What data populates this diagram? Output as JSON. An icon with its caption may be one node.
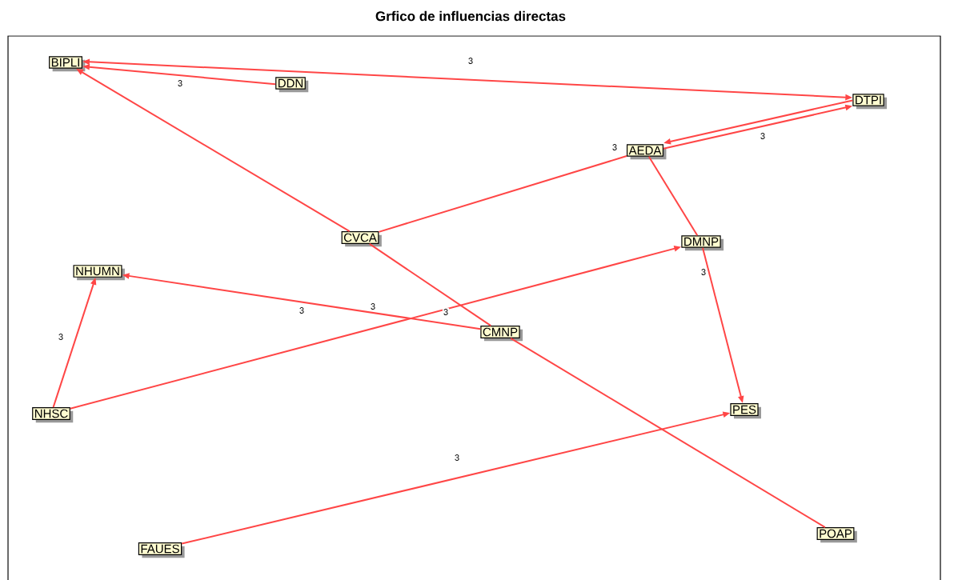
{
  "diagram": {
    "title": "Grfico de influencias directas",
    "nodes": [
      {
        "text": [
          "BIPLI"
        ]
      },
      {
        "text": [
          "DDN"
        ]
      },
      {
        "text": [
          "DTPI"
        ]
      },
      {
        "text": [
          "AEDA"
        ]
      },
      {
        "text": [
          "CVCA"
        ]
      },
      {
        "text": [
          "DMNP"
        ]
      },
      {
        "text": [
          "NHUMN"
        ]
      },
      {
        "text": [
          "CMNP"
        ]
      },
      {
        "text": [
          "NHSC"
        ]
      },
      {
        "text": [
          "PES"
        ]
      },
      {
        "text": [
          "FAUES"
        ]
      },
      {
        "text": [
          "POAP"
        ]
      }
    ],
    "edges": [
      {
        "from": 1,
        "to": 0,
        "arrow": "to",
        "label": "3"
      },
      {
        "from": 0,
        "to": 2,
        "arrow": "both",
        "label": "3"
      },
      {
        "from": 4,
        "to": 0,
        "arrow": "to"
      },
      {
        "from": 4,
        "to": 3,
        "arrow": "none",
        "label": "3"
      },
      {
        "from": 3,
        "to": 2,
        "arrow": "to",
        "label": "3"
      },
      {
        "from": 2,
        "to": 3,
        "arrow": "to"
      },
      {
        "from": 3,
        "to": 5,
        "arrow": "none"
      },
      {
        "from": 5,
        "to": 9,
        "arrow": "to",
        "label": "3"
      },
      {
        "from": 4,
        "to": 7,
        "arrow": "none"
      },
      {
        "from": 7,
        "to": 6,
        "arrow": "to",
        "label": "3"
      },
      {
        "from": 8,
        "to": 5,
        "arrow": "to",
        "label": "3"
      },
      {
        "from": 8,
        "to": 6,
        "arrow": "to",
        "label": "3"
      },
      {
        "from": 7,
        "to": 11,
        "arrow": "none"
      },
      {
        "from": 10,
        "to": 9,
        "arrow": "to",
        "label": "3"
      }
    ],
    "labels": [
      "3"
    ]
  }
}
